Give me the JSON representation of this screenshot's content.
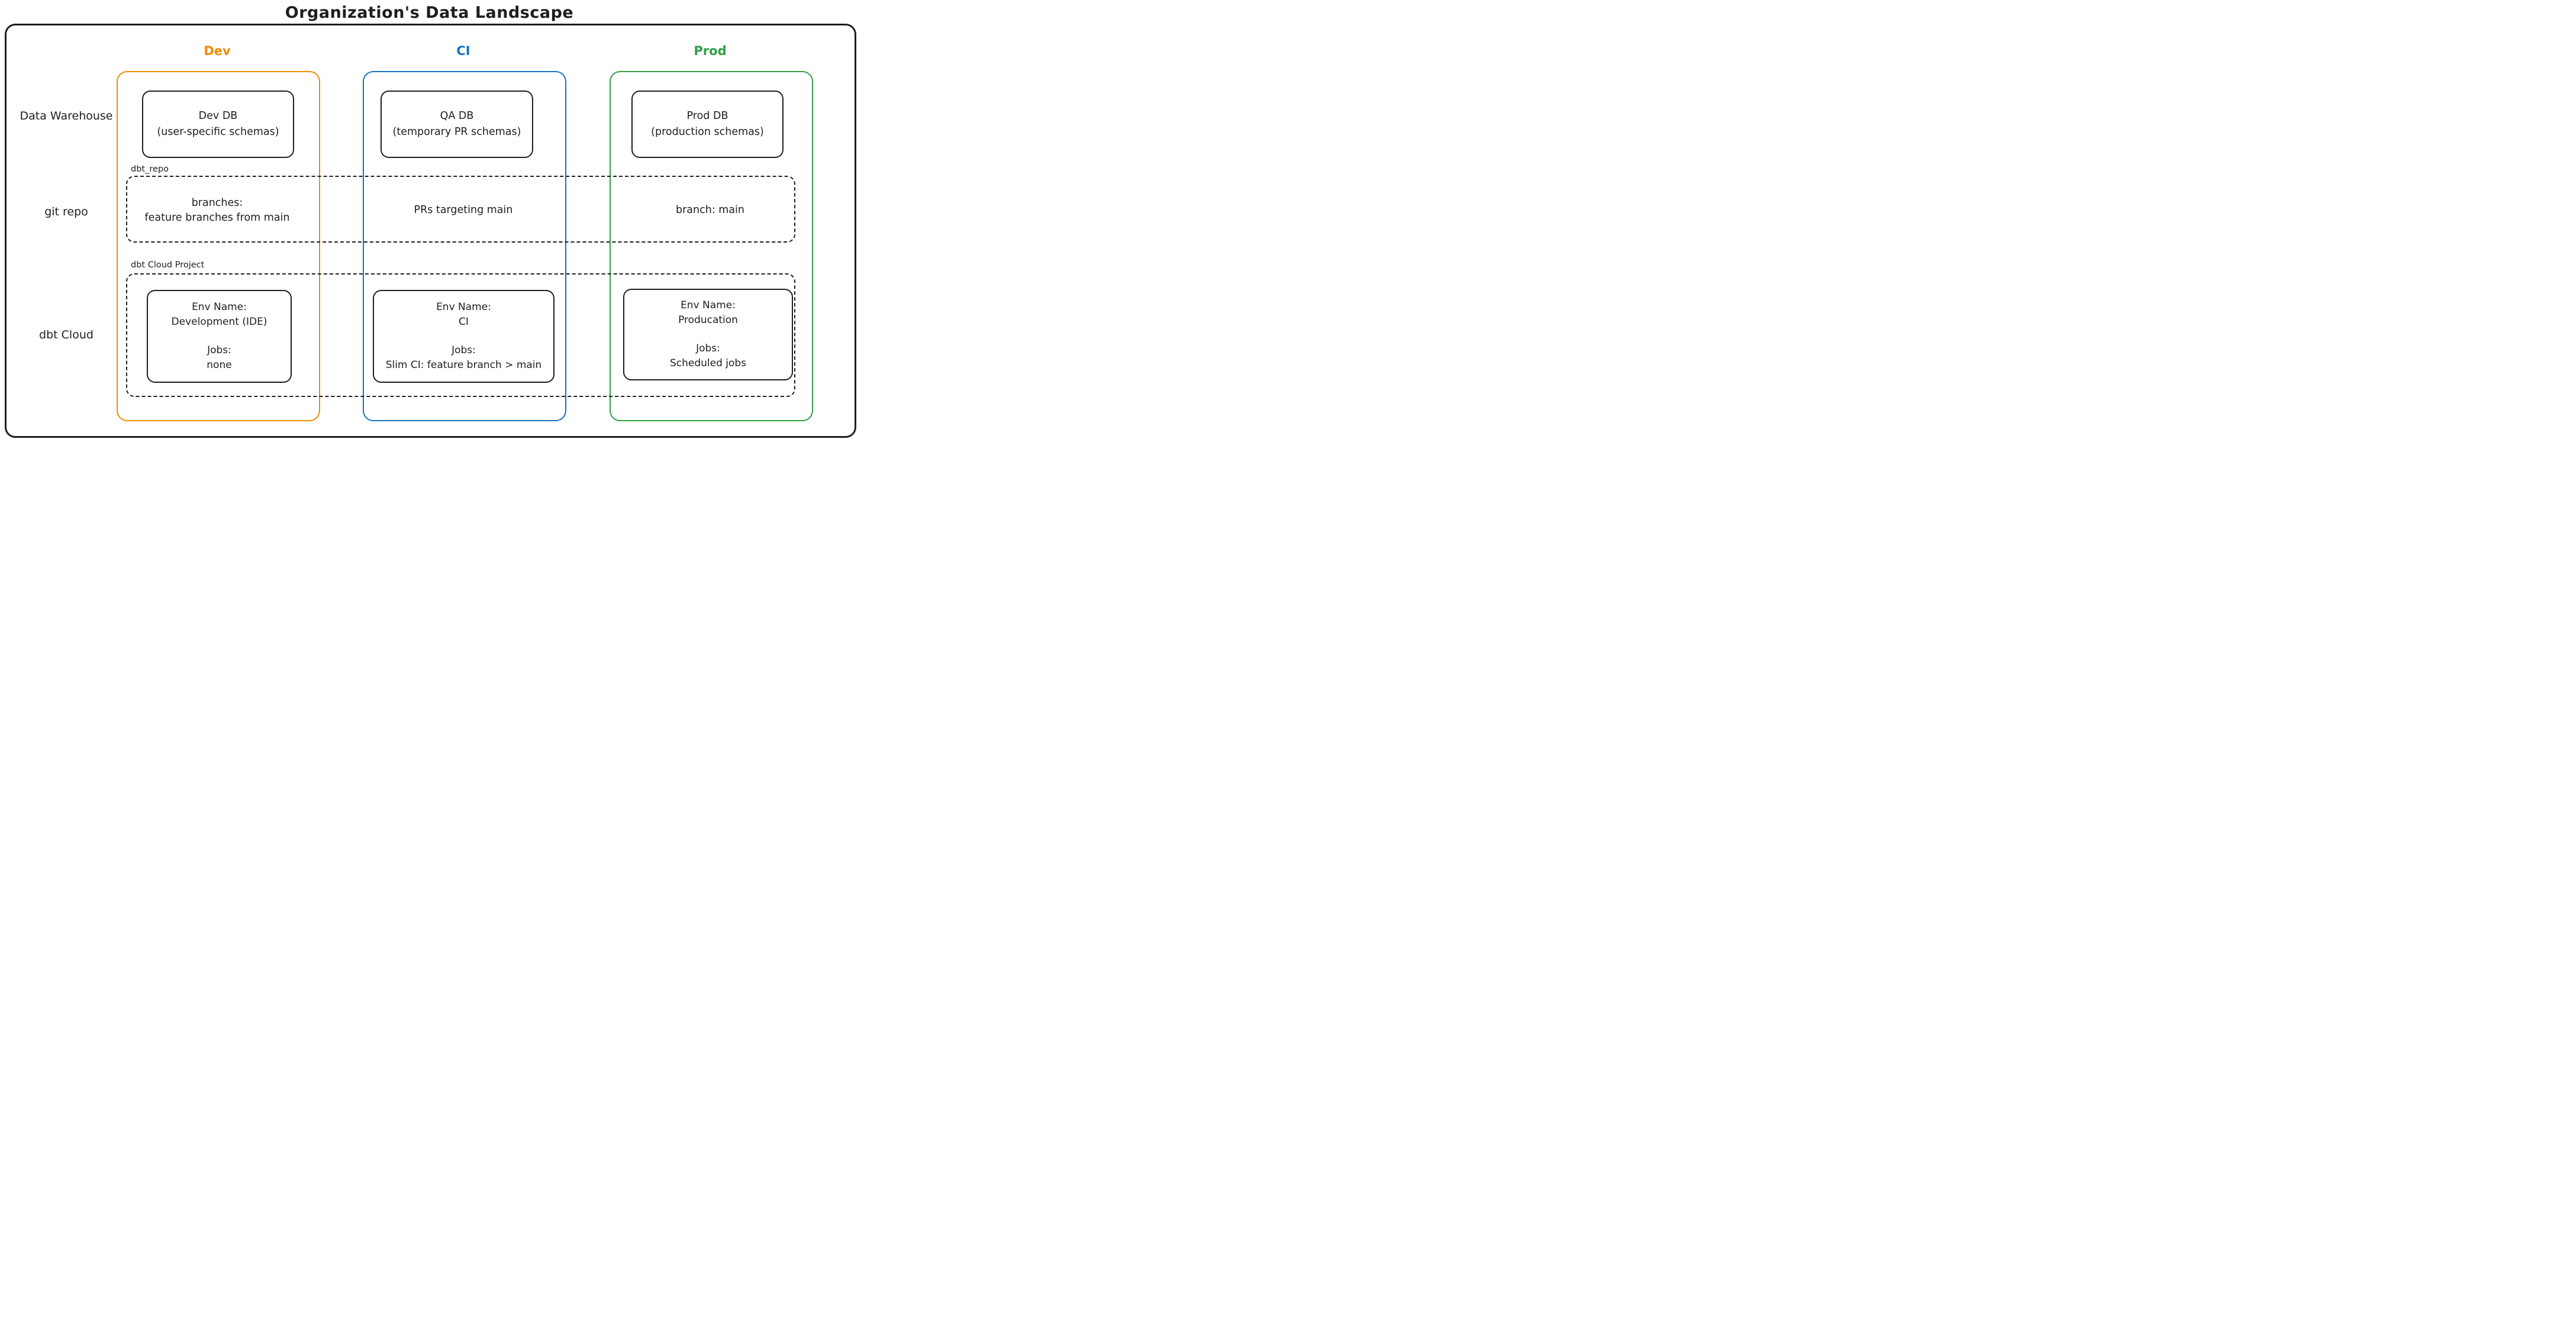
{
  "title": "Organization's Data Landscape",
  "colors": {
    "dev": "#f08c00",
    "ci": "#1971c2",
    "prod": "#2f9e44",
    "stroke": "#1e1e1e"
  },
  "row_labels": {
    "warehouse": "Data Warehouse",
    "git": "git repo",
    "cloud": "dbt Cloud"
  },
  "bands": {
    "git_repo_label": "dbt_repo",
    "cloud_project_label": "dbt Cloud Project"
  },
  "columns": [
    {
      "id": "dev",
      "header": "Dev",
      "warehouse": {
        "title": "Dev DB",
        "subtitle": "(user-specific schemas)"
      },
      "git": {
        "line1": "branches:",
        "line2": "feature branches from main"
      },
      "cloud": {
        "env_label": "Env Name:",
        "env_value": "Development (IDE)",
        "jobs_label": "Jobs:",
        "jobs_value": "none"
      }
    },
    {
      "id": "ci",
      "header": "CI",
      "warehouse": {
        "title": "QA DB",
        "subtitle": "(temporary PR schemas)"
      },
      "git": {
        "line1": "PRs targeting main"
      },
      "cloud": {
        "env_label": "Env Name:",
        "env_value": "CI",
        "jobs_label": "Jobs:",
        "jobs_value": "Slim CI: feature branch > main"
      }
    },
    {
      "id": "prod",
      "header": "Prod",
      "warehouse": {
        "title": "Prod DB",
        "subtitle": "(production schemas)"
      },
      "git": {
        "line1": "branch: main"
      },
      "cloud": {
        "env_label": "Env Name:",
        "env_value": "Producation",
        "jobs_label": "Jobs:",
        "jobs_value": "Scheduled jobs"
      }
    }
  ]
}
